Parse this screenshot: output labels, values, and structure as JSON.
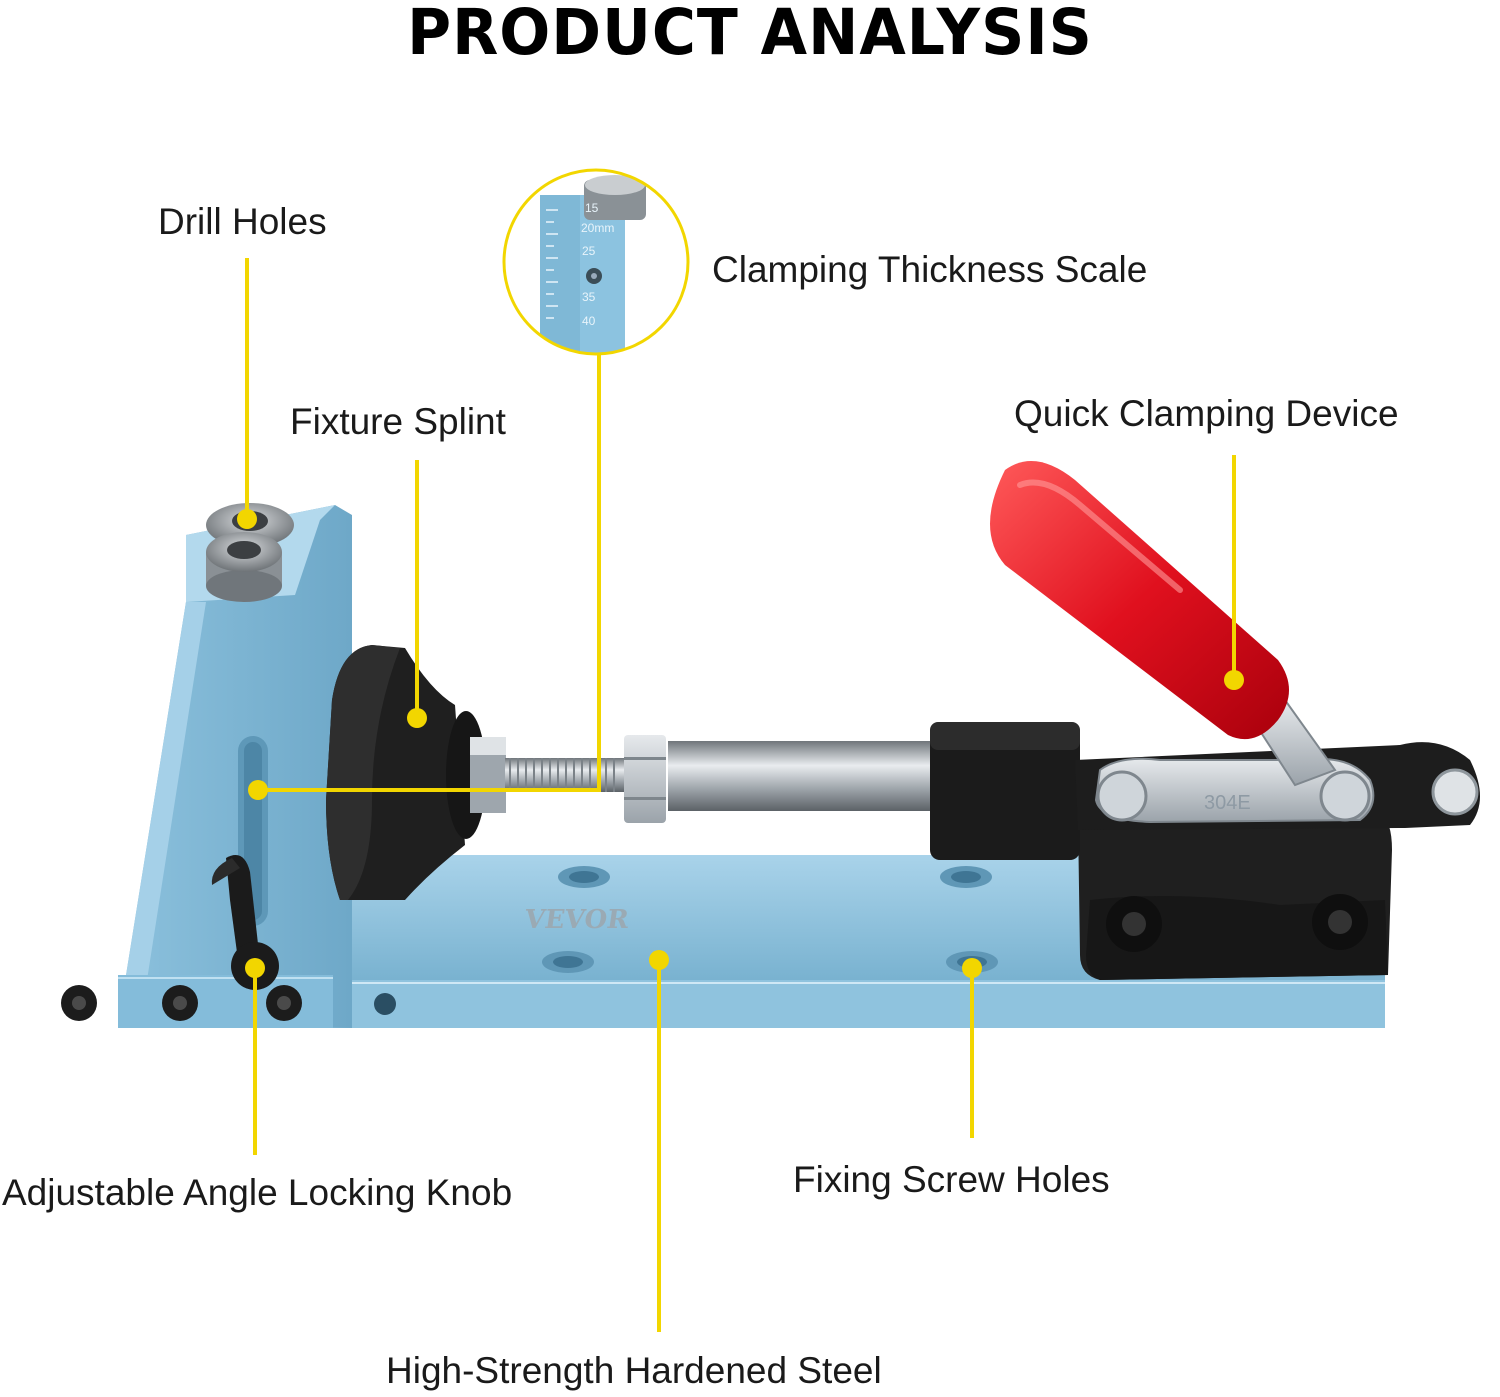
{
  "title": "PRODUCT ANALYSIS",
  "labels": {
    "drill_holes": "Drill Holes",
    "clamping_thickness_scale": "Clamping Thickness Scale",
    "fixture_splint": "Fixture Splint",
    "quick_clamping_device": "Quick Clamping Device",
    "adjustable_angle_locking_knob": "Adjustable Angle Locking Knob",
    "fixing_screw_holes": "Fixing Screw Holes",
    "high_strength_hardened_steel": "High-Strength Hardened Steel"
  },
  "scale_marks": [
    "15",
    "20mm",
    "25",
    "35",
    "40"
  ],
  "product": {
    "brand_mark": "VEVOR",
    "clamp_model": "304E"
  },
  "colors": {
    "jig_blue": "#86bcd8",
    "callout_yellow": "#f2d600",
    "handle_red": "#e0101e",
    "clamp_black": "#1f1f1f"
  }
}
